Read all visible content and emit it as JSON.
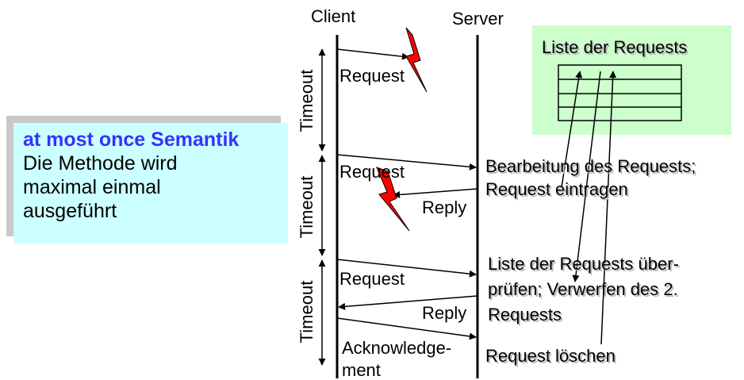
{
  "semantics_box": {
    "title": "at most once Semantik",
    "body_lines": [
      "Die Methode wird",
      "maximal einmal",
      "ausgeführt"
    ]
  },
  "participants": {
    "client": "Client",
    "server": "Server"
  },
  "timeouts": [
    "Timeout",
    "Timeout",
    "Timeout"
  ],
  "messages": {
    "request1": "Request",
    "request2": "Request",
    "reply2": "Reply",
    "request3": "Request",
    "reply3": "Reply",
    "ack_line1": "Acknowledge-",
    "ack_line2": "ment"
  },
  "server_notes": {
    "note1_line1": "Bearbeitung des Requests;",
    "note1_line2": "Request eintragen",
    "note2_line1": "Liste der Requests über-",
    "note2_line2": "prüfen; Verwerfen des 2.",
    "note2_line3": "Requests",
    "note3": "Request löschen"
  },
  "request_list": {
    "title": "Liste der Requests"
  },
  "colors": {
    "semantics_bg": "#ccffff",
    "semantics_title": "#3333ff",
    "list_bg": "#ccffcc",
    "lightning": "#ff0000"
  }
}
